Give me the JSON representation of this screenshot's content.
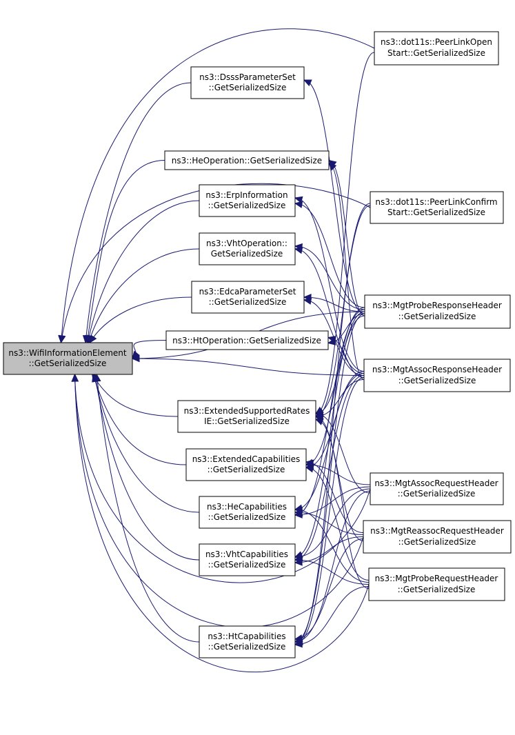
{
  "colors": {
    "edge": "#191970",
    "root_fill": "#bfbfbf",
    "node_fill": "#ffffff",
    "node_stroke": "#000000"
  },
  "nodes": {
    "wifi": {
      "line1": "ns3::WifiInformationElement",
      "line2": "::GetSerializedSize"
    },
    "dsss": {
      "line1": "ns3::DsssParameterSet",
      "line2": "::GetSerializedSize"
    },
    "heop": {
      "line1": "ns3::HeOperation::GetSerializedSize",
      "line2": ""
    },
    "erp": {
      "line1": "ns3::ErpInformation",
      "line2": "::GetSerializedSize"
    },
    "vhtop": {
      "line1": "ns3::VhtOperation::",
      "line2": "GetSerializedSize"
    },
    "edca": {
      "line1": "ns3::EdcaParameterSet",
      "line2": "::GetSerializedSize"
    },
    "htop": {
      "line1": "ns3::HtOperation::GetSerializedSize",
      "line2": ""
    },
    "extrates": {
      "line1": "ns3::ExtendedSupportedRates",
      "line2": "IE::GetSerializedSize"
    },
    "extcap": {
      "line1": "ns3::ExtendedCapabilities",
      "line2": "::GetSerializedSize"
    },
    "hecap": {
      "line1": "ns3::HeCapabilities",
      "line2": "::GetSerializedSize"
    },
    "vhtcap": {
      "line1": "ns3::VhtCapabilities",
      "line2": "::GetSerializedSize"
    },
    "htcap": {
      "line1": "ns3::HtCapabilities",
      "line2": "::GetSerializedSize"
    },
    "plopen": {
      "line1": "ns3::dot11s::PeerLinkOpen",
      "line2": "Start::GetSerializedSize"
    },
    "plconf": {
      "line1": "ns3::dot11s::PeerLinkConfirm",
      "line2": "Start::GetSerializedSize"
    },
    "probeResp": {
      "line1": "ns3::MgtProbeResponseHeader",
      "line2": "::GetSerializedSize"
    },
    "assocResp": {
      "line1": "ns3::MgtAssocResponseHeader",
      "line2": "::GetSerializedSize"
    },
    "assocReq": {
      "line1": "ns3::MgtAssocRequestHeader",
      "line2": "::GetSerializedSize"
    },
    "reassocReq": {
      "line1": "ns3::MgtReassocRequestHeader",
      "line2": "::GetSerializedSize"
    },
    "probeReq": {
      "line1": "ns3::MgtProbeRequestHeader",
      "line2": "::GetSerializedSize"
    }
  },
  "edges": [
    [
      "dsss",
      "wifi"
    ],
    [
      "heop",
      "wifi"
    ],
    [
      "erp",
      "wifi"
    ],
    [
      "vhtop",
      "wifi"
    ],
    [
      "edca",
      "wifi"
    ],
    [
      "htop",
      "wifi"
    ],
    [
      "extrates",
      "wifi"
    ],
    [
      "extcap",
      "wifi"
    ],
    [
      "hecap",
      "wifi"
    ],
    [
      "vhtcap",
      "wifi"
    ],
    [
      "htcap",
      "wifi"
    ],
    [
      "plopen",
      "wifi"
    ],
    [
      "plconf",
      "wifi"
    ],
    [
      "probeResp",
      "wifi"
    ],
    [
      "assocResp",
      "wifi"
    ],
    [
      "assocReq",
      "wifi"
    ],
    [
      "reassocReq",
      "wifi"
    ],
    [
      "probeReq",
      "wifi"
    ],
    [
      "probeResp",
      "dsss"
    ],
    [
      "probeResp",
      "heop"
    ],
    [
      "probeResp",
      "erp"
    ],
    [
      "probeResp",
      "vhtop"
    ],
    [
      "probeResp",
      "edca"
    ],
    [
      "probeResp",
      "htop"
    ],
    [
      "probeResp",
      "extrates"
    ],
    [
      "probeResp",
      "extcap"
    ],
    [
      "probeResp",
      "hecap"
    ],
    [
      "probeResp",
      "vhtcap"
    ],
    [
      "probeResp",
      "htcap"
    ],
    [
      "assocResp",
      "heop"
    ],
    [
      "assocResp",
      "erp"
    ],
    [
      "assocResp",
      "vhtop"
    ],
    [
      "assocResp",
      "edca"
    ],
    [
      "assocResp",
      "htop"
    ],
    [
      "assocResp",
      "extrates"
    ],
    [
      "assocResp",
      "extcap"
    ],
    [
      "assocResp",
      "hecap"
    ],
    [
      "assocResp",
      "vhtcap"
    ],
    [
      "assocResp",
      "htcap"
    ],
    [
      "assocReq",
      "extrates"
    ],
    [
      "assocReq",
      "extcap"
    ],
    [
      "assocReq",
      "hecap"
    ],
    [
      "assocReq",
      "vhtcap"
    ],
    [
      "assocReq",
      "htcap"
    ],
    [
      "reassocReq",
      "extrates"
    ],
    [
      "reassocReq",
      "extcap"
    ],
    [
      "reassocReq",
      "hecap"
    ],
    [
      "reassocReq",
      "vhtcap"
    ],
    [
      "reassocReq",
      "htcap"
    ],
    [
      "probeReq",
      "extrates"
    ],
    [
      "probeReq",
      "extcap"
    ],
    [
      "probeReq",
      "hecap"
    ],
    [
      "probeReq",
      "vhtcap"
    ],
    [
      "probeReq",
      "htcap"
    ],
    [
      "plopen",
      "extrates"
    ],
    [
      "plconf",
      "extrates"
    ],
    [
      "plconf",
      "htcap"
    ]
  ]
}
